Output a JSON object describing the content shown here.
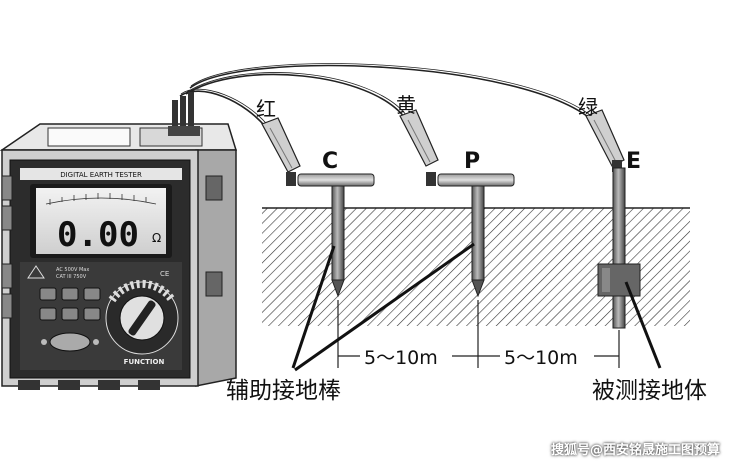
{
  "device": {
    "panel_title": "DIGITAL EARTH TESTER",
    "reading": "0.00",
    "unit": "Ω",
    "spec_line_1": "AC 500V Max",
    "spec_line_2": "CAT III 750V",
    "ce_mark": "CE",
    "dial_label": "FUNCTION"
  },
  "wires": {
    "red": "红",
    "yellow": "黄",
    "green": "绿"
  },
  "electrodes": {
    "c": "C",
    "p": "P",
    "e": "E"
  },
  "distances": {
    "cp": "5～10m",
    "pe": "5～10m"
  },
  "labels": {
    "aux_rods": "辅助接地棒",
    "measured": "被测接地体"
  },
  "watermark": "搜狐号@西安铭晟施工图预算"
}
